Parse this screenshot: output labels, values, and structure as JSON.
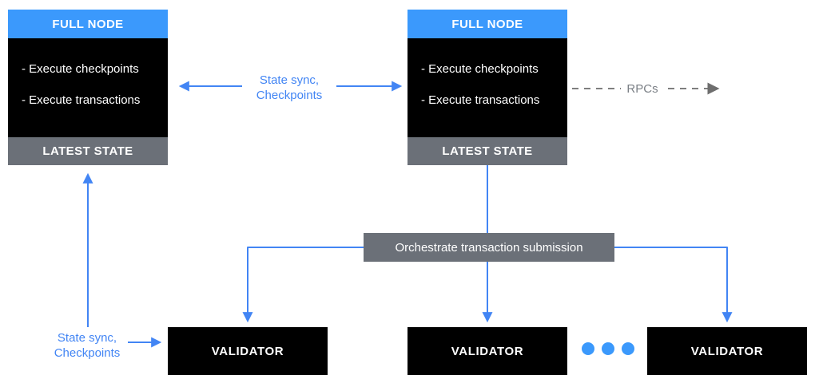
{
  "colors": {
    "header_blue": "#3B99FC",
    "arrow_blue": "#4285F4",
    "box_black": "#000000",
    "slate_gray": "#6B7078",
    "dash_gray": "#7F7F7F"
  },
  "full_node_left": {
    "title": "FULL NODE",
    "items": [
      "- Execute checkpoints",
      "- Execute transactions"
    ],
    "footer": "LATEST STATE"
  },
  "full_node_right": {
    "title": "FULL NODE",
    "items": [
      "- Execute checkpoints",
      "- Execute transactions"
    ],
    "footer": "LATEST STATE"
  },
  "center_label": {
    "line1": "State sync,",
    "line2": "Checkpoints"
  },
  "left_label": {
    "line1": "State sync,",
    "line2": "Checkpoints"
  },
  "rpcs_label": "RPCs",
  "orchestrate_label": "Orchestrate transaction submission",
  "validators": [
    {
      "label": "VALIDATOR"
    },
    {
      "label": "VALIDATOR"
    },
    {
      "label": "VALIDATOR"
    }
  ]
}
